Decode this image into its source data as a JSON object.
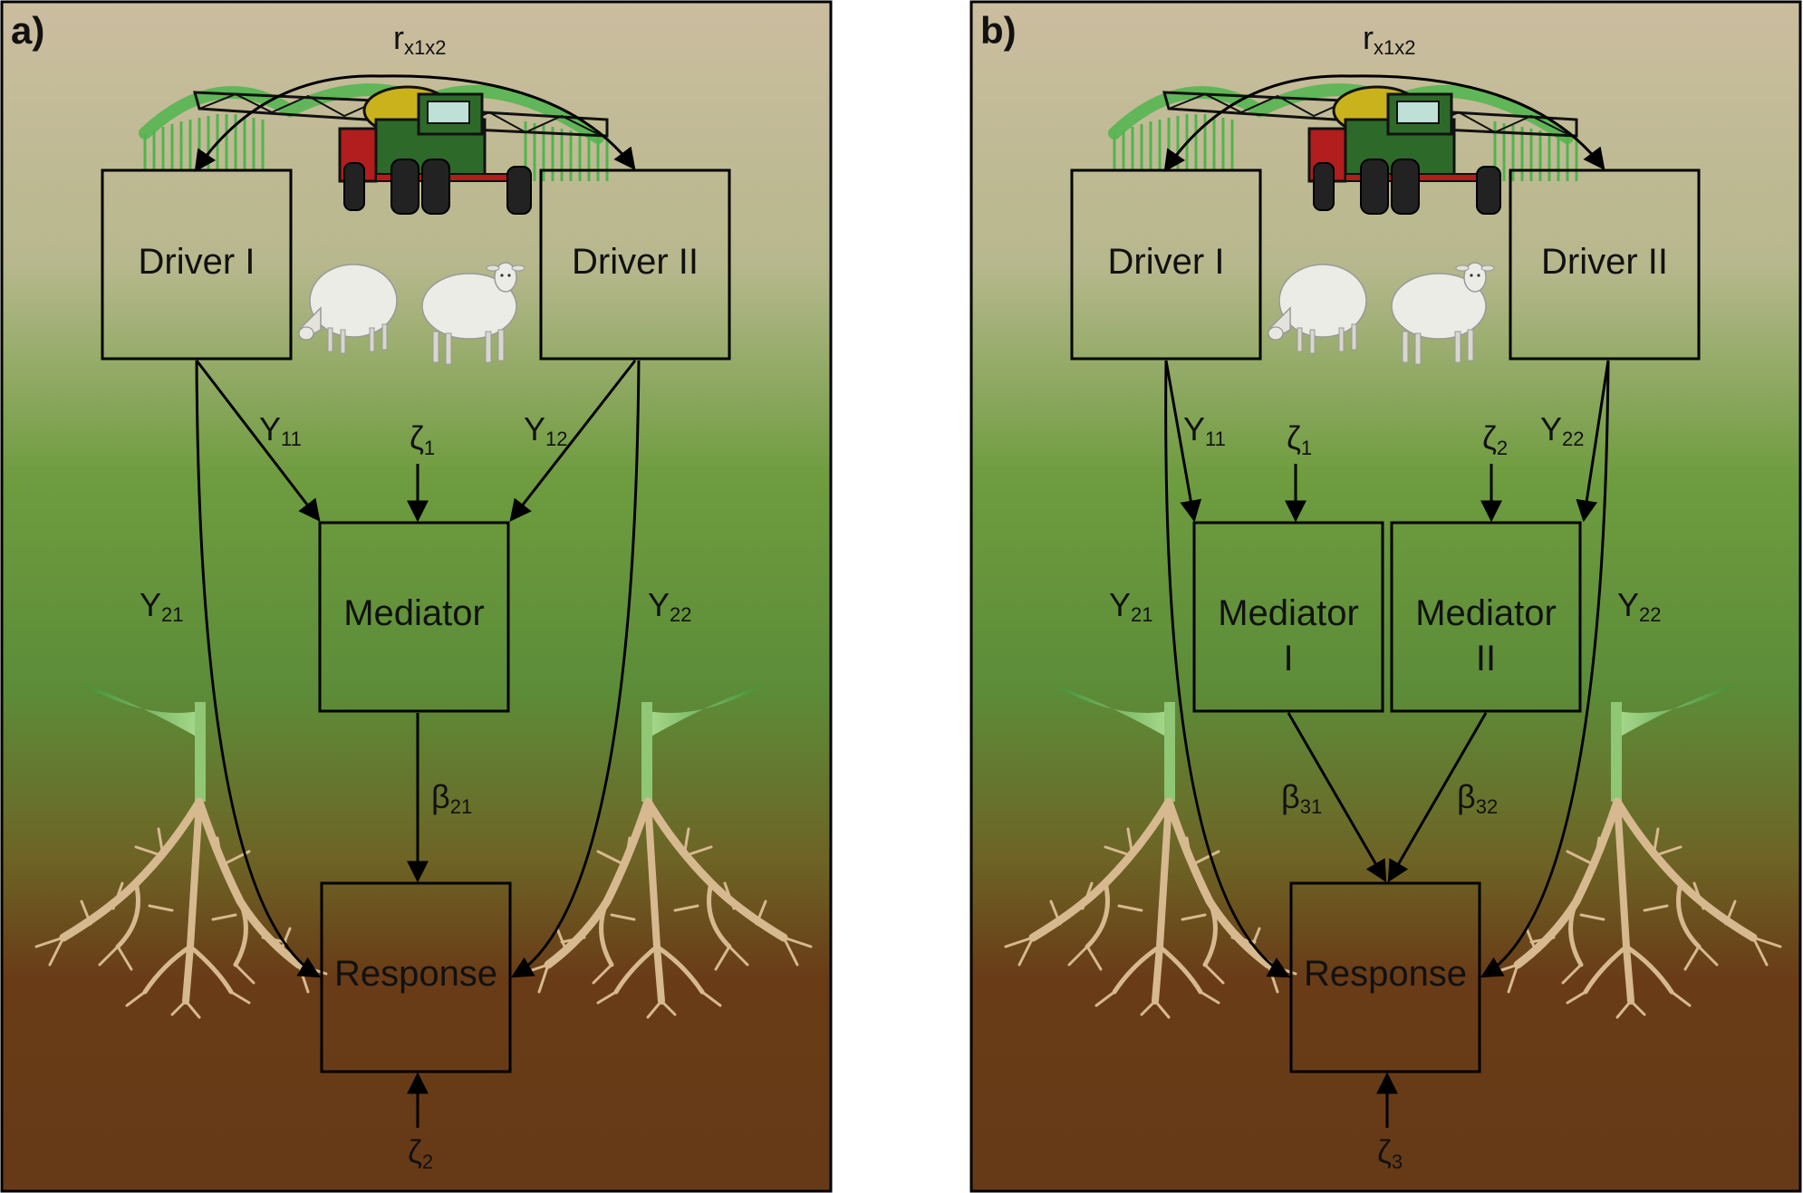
{
  "panels": [
    {
      "letter": "a)",
      "corr_label": "r",
      "corr_sub": "x1x2",
      "boxes": {
        "driver1": "Driver I",
        "driver2": "Driver II",
        "mediator": "Mediator",
        "response": "Response"
      },
      "coefs": {
        "g11": {
          "base": "Y",
          "sub": "11"
        },
        "g12": {
          "base": "Y",
          "sub": "12"
        },
        "g21": {
          "base": "Y",
          "sub": "21"
        },
        "g22": {
          "base": "Y",
          "sub": "22"
        },
        "z1": {
          "base": "ζ",
          "sub": "1"
        },
        "b21": {
          "base": "β",
          "sub": "21"
        },
        "z2": {
          "base": "ζ",
          "sub": "2"
        }
      }
    },
    {
      "letter": "b)",
      "corr_label": "r",
      "corr_sub": "x1x2",
      "boxes": {
        "driver1": "Driver I",
        "driver2": "Driver II",
        "mediator1_l1": "Mediator",
        "mediator1_l2": "I",
        "mediator2_l1": "Mediator",
        "mediator2_l2": "II",
        "response": "Response"
      },
      "coefs": {
        "g11": {
          "base": "Y",
          "sub": "11"
        },
        "g22top": {
          "base": "Y",
          "sub": "22"
        },
        "g21": {
          "base": "Y",
          "sub": "21"
        },
        "g22": {
          "base": "Y",
          "sub": "22"
        },
        "z1": {
          "base": "ζ",
          "sub": "1"
        },
        "z2": {
          "base": "ζ",
          "sub": "2"
        },
        "b31": {
          "base": "β",
          "sub": "31"
        },
        "b32": {
          "base": "β",
          "sub": "32"
        },
        "z3": {
          "base": "ζ",
          "sub": "3"
        }
      }
    }
  ],
  "colors": {
    "bg_top": "#cbbd9f",
    "bg_mid": "#6b9d3e",
    "bg_bottom": "#693c17",
    "sheep": "#ecece6",
    "tractor_body": "#2d6a2a",
    "tractor_tank": "#c9b21c",
    "tractor_red": "#b21d1d",
    "boom_green": "#4fb54c",
    "root": "#d7b98f"
  }
}
